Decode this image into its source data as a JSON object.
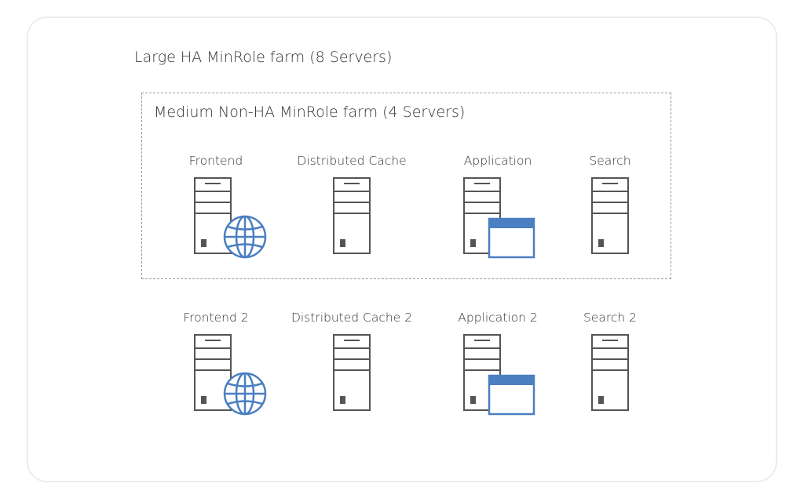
{
  "large_farm": {
    "title": "Large HA MinRole farm (8 Servers)"
  },
  "medium_farm": {
    "title": "Medium Non-HA MinRole farm (4 Servers)"
  },
  "servers_row1": [
    {
      "label": "Frontend",
      "icon": "globe-icon"
    },
    {
      "label": "Distributed Cache",
      "icon": "none"
    },
    {
      "label": "Application",
      "icon": "window-icon"
    },
    {
      "label": "Search",
      "icon": "none"
    }
  ],
  "servers_row2": [
    {
      "label": "Frontend 2",
      "icon": "globe-icon"
    },
    {
      "label": "Distributed Cache 2",
      "icon": "none"
    },
    {
      "label": "Application 2",
      "icon": "window-icon"
    },
    {
      "label": "Search 2",
      "icon": "none"
    }
  ],
  "colors": {
    "server_stroke": "#555555",
    "accent_blue": "#4a7fc1",
    "dash_border": "#9a9a9a"
  }
}
